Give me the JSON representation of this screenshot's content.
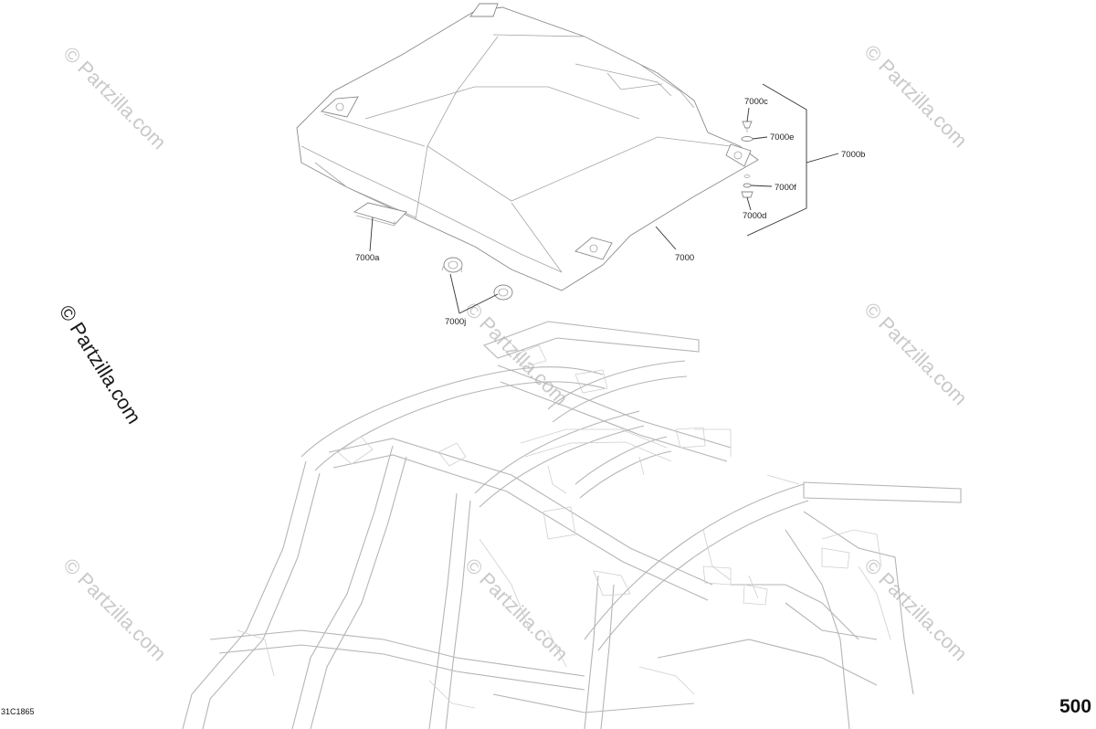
{
  "diagram": {
    "callouts": {
      "c7000": "7000",
      "c7000a": "7000a",
      "c7000b": "7000b",
      "c7000c": "7000c",
      "c7000d": "7000d",
      "c7000e": "7000e",
      "c7000f": "7000f",
      "c7000j": "7000j"
    },
    "drawing_code": "31C1865",
    "page_number": "500"
  },
  "watermark": {
    "text": "© Partzilla.com",
    "dark_text": "© Partzilla.com"
  },
  "colors": {
    "background": "#ffffff",
    "line": "#333333",
    "part_outline": "#8a8a8a",
    "frame_outline": "#b5b5b5",
    "watermark": "#c9c9c9"
  }
}
